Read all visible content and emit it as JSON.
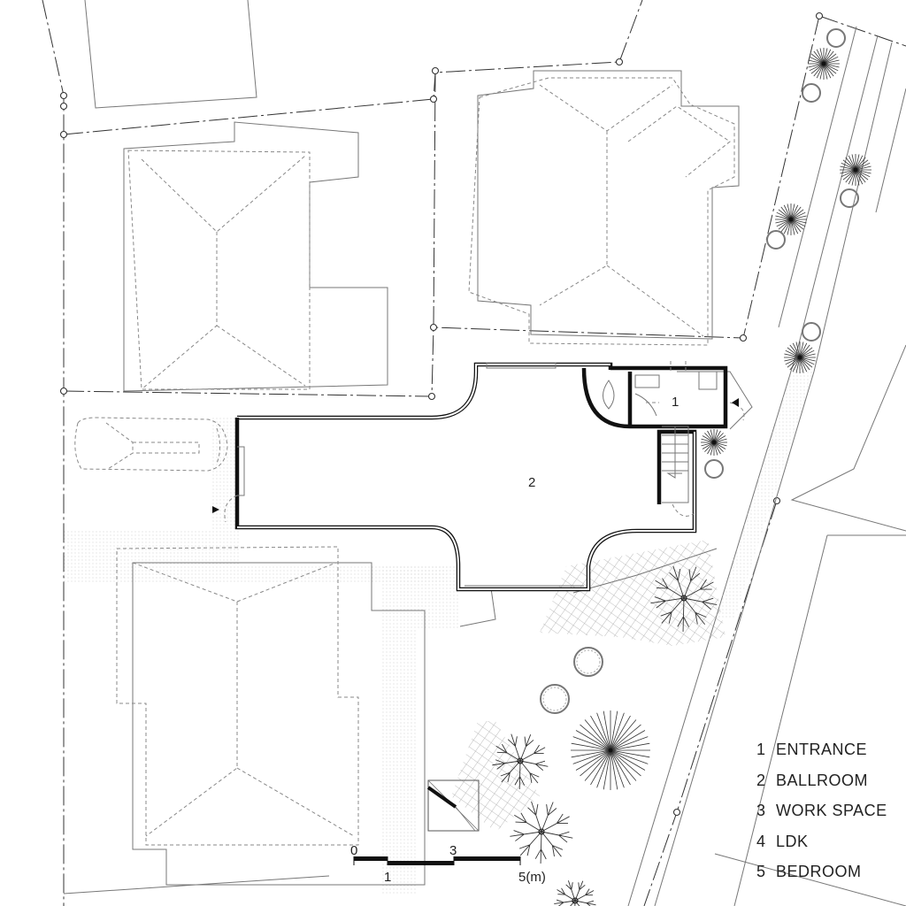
{
  "rooms": [
    {
      "number": "1",
      "name": "ENTRANCE"
    },
    {
      "number": "2",
      "name": "BALLROOM"
    },
    {
      "number": "3",
      "name": "WORK SPACE"
    },
    {
      "number": "4",
      "name": "LDK"
    },
    {
      "number": "5",
      "name": "BEDROOM"
    }
  ],
  "plan_labels": {
    "entrance": "1",
    "ballroom": "2"
  },
  "scale_bar": {
    "tick_0": "0",
    "tick_1": "1",
    "tick_3": "3",
    "tick_5": "5(m)"
  },
  "colors": {
    "wall": "#111111",
    "linework": "#777777",
    "background": "#ffffff"
  }
}
